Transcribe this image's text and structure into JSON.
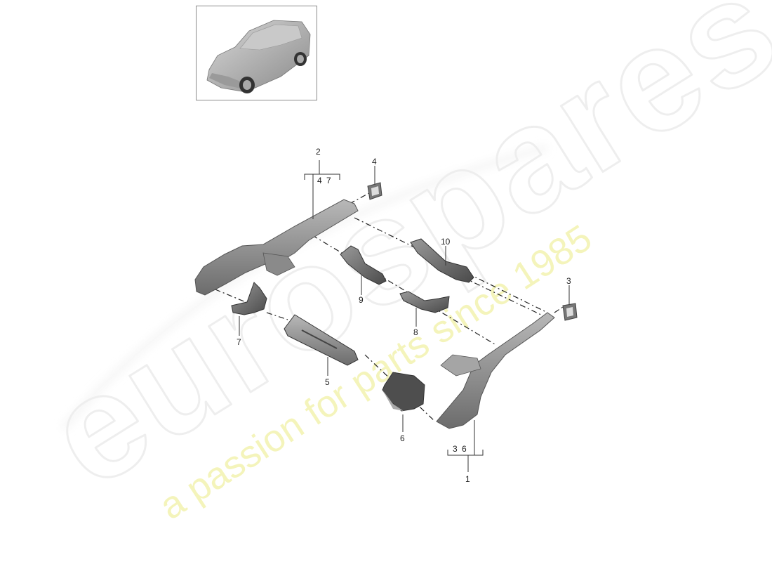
{
  "watermark": {
    "brand": "eurospares",
    "tagline": "a passion for parts since 1985",
    "brand_color": "#ececec",
    "tagline_color": "#f3f3b0"
  },
  "thumbnail": {
    "label": "vehicle-overview",
    "description": "Porsche Macan SUV overview"
  },
  "callouts": [
    {
      "number": "1",
      "sub_items": [
        "3",
        "6"
      ]
    },
    {
      "number": "2",
      "sub_items": [
        "4",
        "7"
      ]
    },
    {
      "number": "3"
    },
    {
      "number": "4"
    },
    {
      "number": "5"
    },
    {
      "number": "6"
    },
    {
      "number": "7"
    },
    {
      "number": "8"
    },
    {
      "number": "9"
    },
    {
      "number": "10"
    }
  ],
  "labels": {
    "c1": "1",
    "c1_sub": "3 6",
    "c2": "2",
    "c2_sub": "4 7",
    "c3": "3",
    "c4": "4",
    "c5": "5",
    "c6": "6",
    "c7": "7",
    "c8": "8",
    "c9": "9",
    "c10": "10"
  },
  "colors": {
    "part_dark": "#5a5a5a",
    "part_mid": "#8e8e8e",
    "part_light": "#bdbdbd",
    "line": "#333333"
  }
}
